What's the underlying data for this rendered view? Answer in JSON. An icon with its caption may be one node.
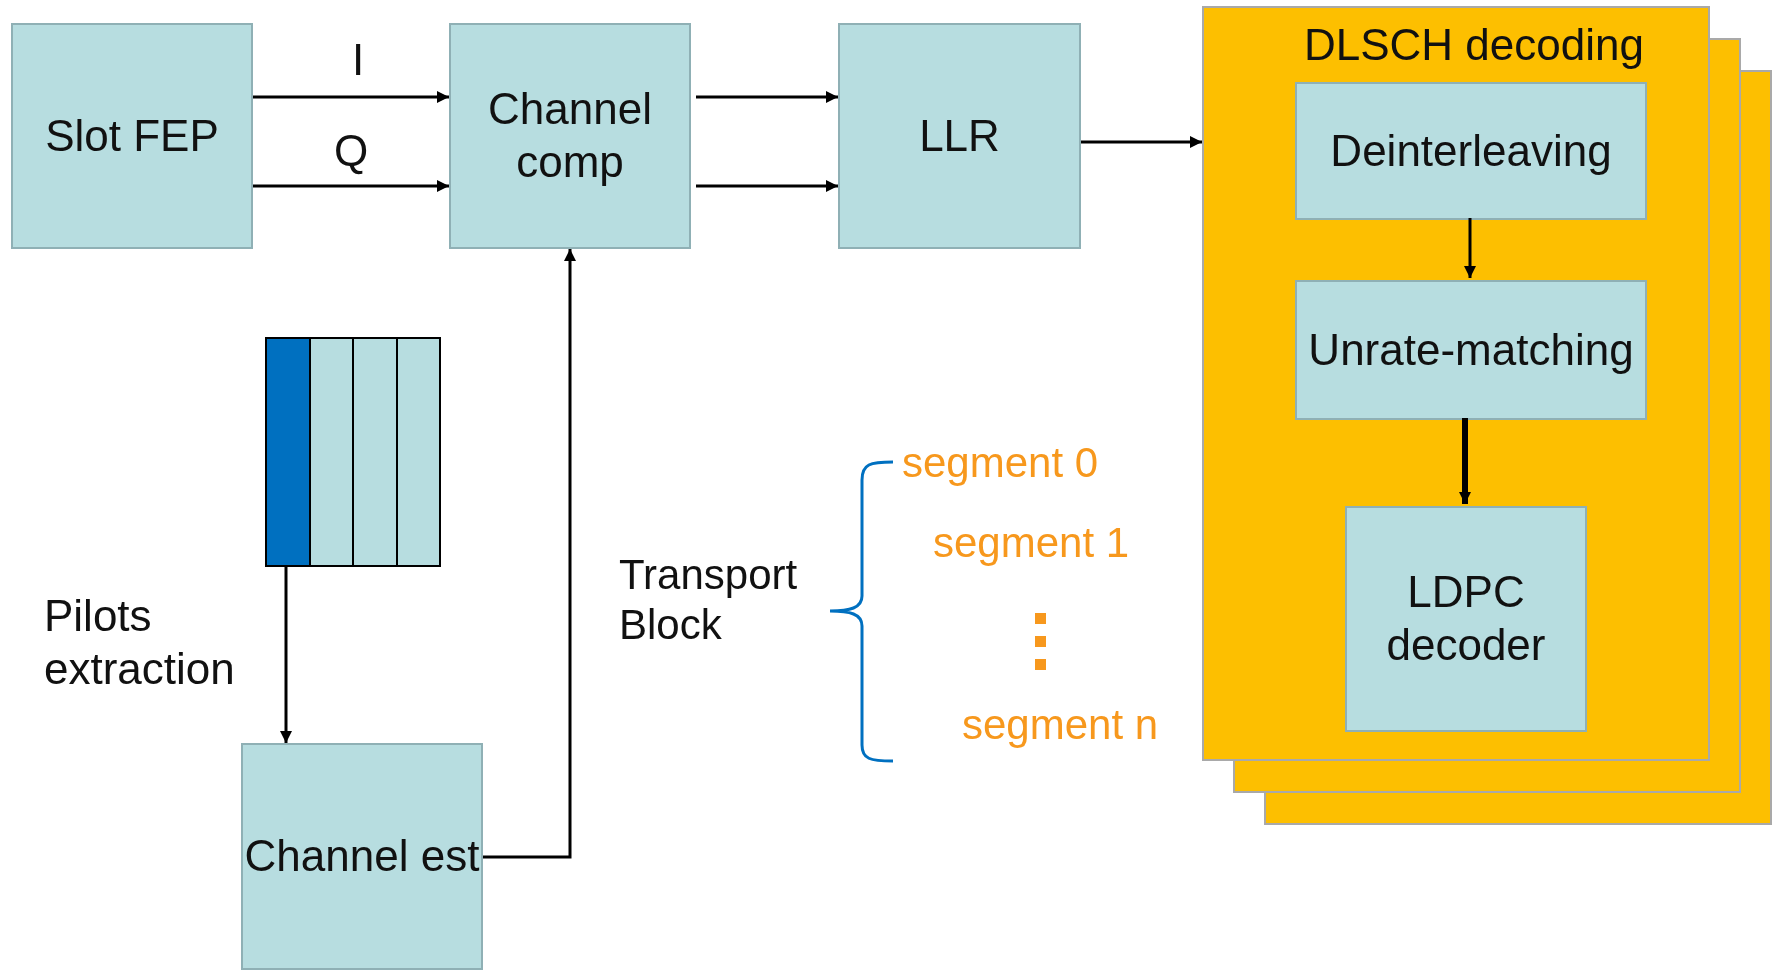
{
  "diagram": {
    "nodes": [
      {
        "text": [
          "Slot FEP"
        ]
      },
      {
        "text": [
          "Channel comp"
        ]
      },
      {
        "text": [
          "LLR"
        ]
      },
      {
        "text": [
          "DLSCH decoding"
        ]
      },
      {
        "text": [
          "Deinterleaving"
        ],
        "in": 3
      },
      {
        "text": [
          "Unrate-matching"
        ],
        "in": 3
      },
      {
        "text": [
          "LDPC decoder"
        ],
        "in": 3
      },
      {
        "text": [],
        "shape": "box"
      },
      {
        "text": [
          "Channel est"
        ]
      }
    ],
    "edges": [
      {
        "from": 0,
        "to": 1,
        "arrow": "to",
        "label": "I"
      },
      {
        "from": 0,
        "to": 1,
        "arrow": "to",
        "label": "Q"
      },
      {
        "from": 1,
        "to": 2,
        "arrow": "to"
      },
      {
        "from": 1,
        "to": 2,
        "arrow": "to"
      },
      {
        "from": 2,
        "to": 3,
        "arrow": "to"
      },
      {
        "from": 4,
        "to": 5,
        "arrow": "to"
      },
      {
        "from": 5,
        "to": 6,
        "arrow": "to",
        "style": "thick"
      },
      {
        "from": 7,
        "to": 8,
        "arrow": "to",
        "label": "Pilots extraction"
      },
      {
        "from": 8,
        "to": 1,
        "arrow": "to"
      }
    ],
    "labels": [
      "segment 0",
      "segment 1",
      "Transport Block",
      "segment n"
    ]
  }
}
